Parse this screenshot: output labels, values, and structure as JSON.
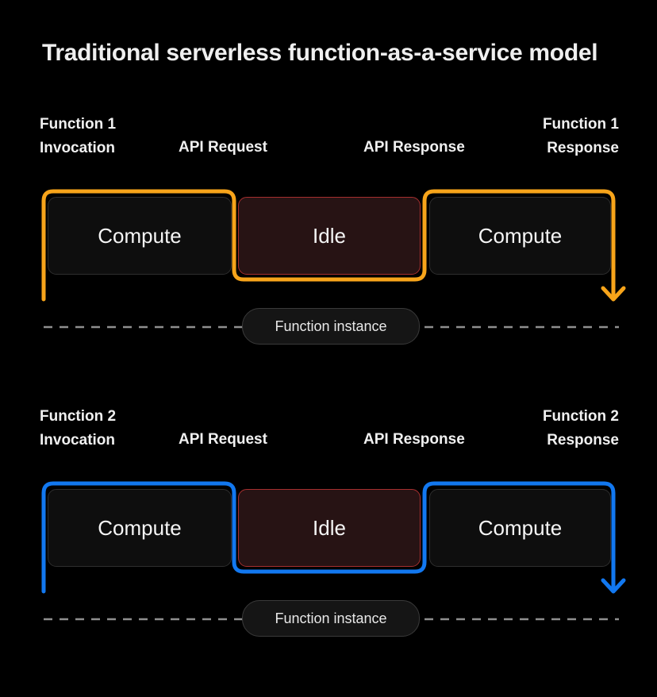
{
  "title": "Traditional serverless function-as-a-service model",
  "colors": {
    "background": "#000000",
    "function1_accent": "#F7A41A",
    "function2_accent": "#1278F0",
    "compute_box_fill": "#0E0E0E",
    "compute_box_border": "#2E2E2E",
    "idle_box_fill": "#271314",
    "idle_box_border": "#A62F2F",
    "dashed_line": "#8F8F8F",
    "pill_fill": "#151515",
    "pill_border": "#3A3A3A",
    "text": "#F0F0F0"
  },
  "rows": [
    {
      "start_label": {
        "line1": "Function 1",
        "line2": "Invocation"
      },
      "request_label": "API Request",
      "response_label": "API Response",
      "end_label": {
        "line1": "Function 1",
        "line2": "Response"
      },
      "boxes": [
        {
          "label": "Compute"
        },
        {
          "label": "Idle"
        },
        {
          "label": "Compute"
        }
      ],
      "instance_label": "Function instance",
      "accent": "#F7A41A"
    },
    {
      "start_label": {
        "line1": "Function 2",
        "line2": "Invocation"
      },
      "request_label": "API Request",
      "response_label": "API Response",
      "end_label": {
        "line1": "Function 2",
        "line2": "Response"
      },
      "boxes": [
        {
          "label": "Compute"
        },
        {
          "label": "Idle"
        },
        {
          "label": "Compute"
        }
      ],
      "instance_label": "Function instance",
      "accent": "#1278F0"
    }
  ]
}
